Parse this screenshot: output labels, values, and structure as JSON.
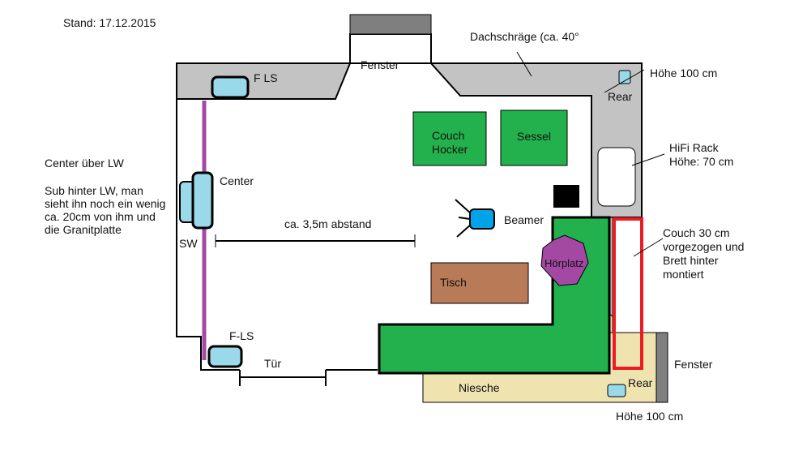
{
  "header": {
    "date": "Stand: 17.12.2015"
  },
  "labels": {
    "dachschraege": "Dachschräge (ca. 40°",
    "fenster_top": "Fenster",
    "hoehe_top": "Höhe 100 cm",
    "rear_top": "Rear",
    "hifi_line1": "HiFi Rack",
    "hifi_line2": "Höhe: 70 cm",
    "fls_top": "F LS",
    "center": "Center",
    "sw": "SW",
    "fls_bottom": "F-LS",
    "tuer": "Tür",
    "abstand": "ca. 3,5m abstand",
    "couch_hocker_line1": "Couch",
    "couch_hocker_line2": "Hocker",
    "sessel": "Sessel",
    "beamer": "Beamer",
    "tisch": "Tisch",
    "hoerplatz": "Hörplatz",
    "niesche": "Niesche",
    "rear_bottom": "Rear",
    "fenster_right": "Fenster",
    "hoehe_bottom": "Höhe 100 cm"
  },
  "notes": {
    "left": [
      "Center über LW",
      "",
      "Sub hinter LW, man",
      "sieht ihn noch ein wenig",
      "ca. 20cm von ihm und",
      "die Granitplatte"
    ],
    "right": [
      "Couch 30 cm",
      "vorgezogen und",
      "Brett hinter",
      "montiert"
    ]
  },
  "colors": {
    "wall_gray": "#c3c3c3",
    "dark_gray": "#7f7f7f",
    "couch_green": "#22b14c",
    "table_brown": "#b97a57",
    "hoerplatz_purple": "#a349a4",
    "wall_line_purple": "#a349a4",
    "speaker_blue": "#99d9ea",
    "beamer_blue": "#00a2e8",
    "niche_beige": "#efe4b0",
    "highlight_red": "#ed1c24"
  }
}
